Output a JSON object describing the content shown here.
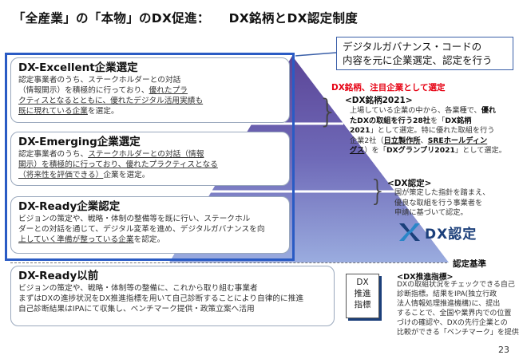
{
  "title": {
    "part1": "「全産業」の「本物」のDX促進：",
    "part2": "DX銘柄とDX認定制度"
  },
  "callout": {
    "line1": "デジタルガバナンス・コードの",
    "line2": "内容を元に企業選定、認定を行う"
  },
  "red_label": "DX銘柄、注目企業として選定",
  "cards": {
    "excellent": {
      "title": "DX-Excellent企業選定",
      "l1": "認定事業者のうち、ステークホルダーとの対話",
      "l2a": "（情報開示）を積極的に行っており、",
      "l2b": "優れたプラ",
      "l3": "クティスとなるとともに、優れたデジタル活用実績も",
      "l4a": "既に現れている企業",
      "l4b": "を選定。"
    },
    "emerging": {
      "title": "DX-Emerging企業選定",
      "l1a": "認定事業者のうち、",
      "l1b": "ステークホルダーとの対話（情報",
      "l2": "開示）を積極的に行っており、優れたプラクティスとなる",
      "l3a": "（将来性を評価できる）",
      "l3b": "企業を選定。"
    },
    "ready": {
      "title": "DX-Ready企業認定",
      "l1": "ビジョンの策定や、戦略・体制の整備等を既に行い、ステークホル",
      "l2": "ダーとの対話を通じて、デジタル変革を進め、デジタルガバナンスを向",
      "l3a": "上していく準備が整っている企業",
      "l3b": "を認定。"
    },
    "before": {
      "title": "DX-Ready以前",
      "l1": "ビジョンの策定や、戦略・体制等の整備に、これから取り組む事業者",
      "l2": "まずはDXの進捗状況をDX推進指標を用いて自己診断することにより自律的に推進",
      "l3": "自己診断結果はIPAにて収集し、ベンチマーク提供・政策立案へ活用"
    }
  },
  "meigara": {
    "title": "<DX銘柄2021>",
    "l1": "上場している企業の中から、各業種で、",
    "l1b": "優れ",
    "l2": "たDXの取組を行う28社",
    "l2b": "を「",
    "l2c": "DX銘柄",
    "l3": "2021",
    "l3b": "」として選定。特に優れた取組を行う",
    "l4": "企業2社（",
    "l4b": "日立製作所",
    "l4c": "、",
    "l4d": "SREホールディン",
    "l5": "グス",
    "l5b": "）を「",
    "l5c": "DXグランプリ2021",
    "l5d": "」として選定。"
  },
  "nintei": {
    "title": "<DX認定>",
    "l1": "国が策定した指針を踏まえ、",
    "l2": "優良な取組を行う事業者を",
    "l3": "申請に基づいて認定。"
  },
  "logo_text": "DX認定",
  "kijun": "認定基準",
  "shihyo": {
    "icon_l1": "DX",
    "icon_l2": "推進",
    "icon_l3": "指標",
    "title": "<DX推進指標>",
    "l1": "DXの取組状況をチェックできる自己",
    "l2": "診断指標。結果をIPA(独立行政",
    "l3": "法人情報処理推進機構)に、提出",
    "l4": "することで、全国や業界内での位置",
    "l5": "づけの確認や、DXの先行企業との",
    "l6": "比較ができる「ベンチマーク」を提供。"
  },
  "page_number": "23",
  "colors": {
    "frame_blue": "#2a5bc4",
    "pyramid_top": "#5b4597",
    "pyramid_bottom": "#8fa1d8",
    "accent_red": "#e60012"
  }
}
